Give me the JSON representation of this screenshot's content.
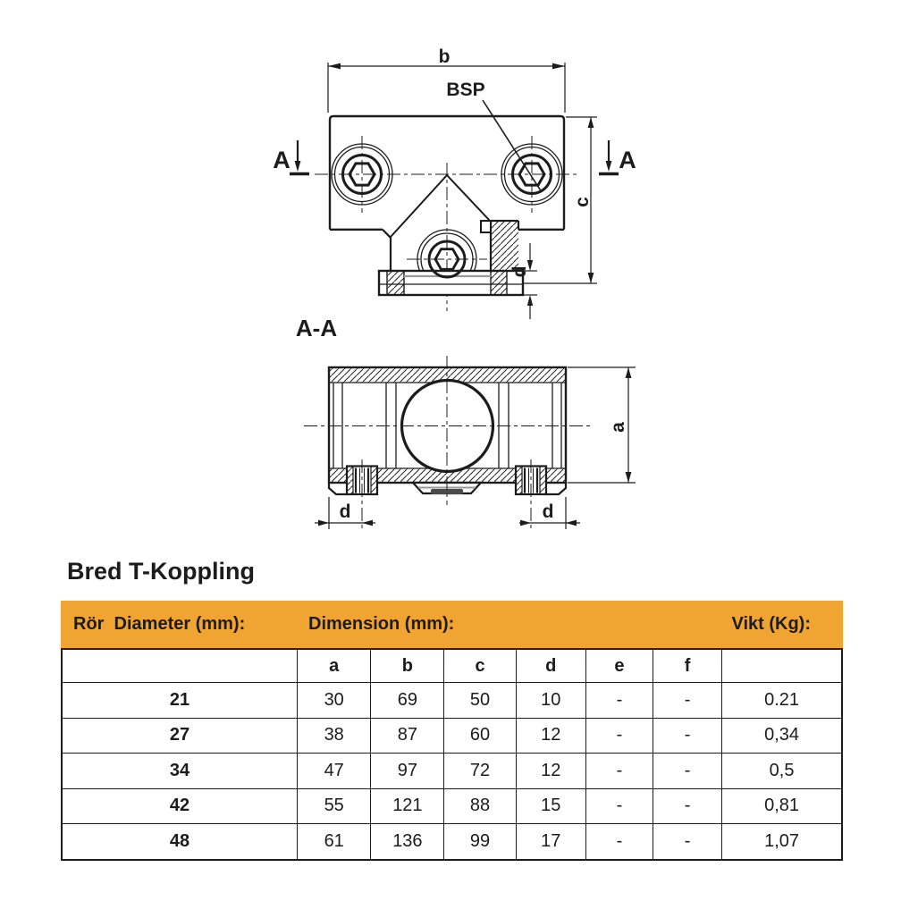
{
  "title": "Bred T-Koppling",
  "drawing": {
    "labels": {
      "dim_b": "b",
      "bsp": "BSP",
      "section_marker": "A",
      "dim_c": "c",
      "dim_d": "d",
      "dim_a": "a",
      "section_title": "A-A"
    }
  },
  "table": {
    "header": {
      "ror_diameter": "Rör  Diameter (mm):",
      "dimension": "Dimension (mm):",
      "vikt": "Vikt (Kg):"
    },
    "dim_cols": [
      "a",
      "b",
      "c",
      "d",
      "e",
      "f"
    ],
    "rows": [
      {
        "diameter": "21",
        "a": "30",
        "b": "69",
        "c": "50",
        "d": "10",
        "e": "-",
        "f": "-",
        "vikt": "0.21"
      },
      {
        "diameter": "27",
        "a": "38",
        "b": "87",
        "c": "60",
        "d": "12",
        "e": "-",
        "f": "-",
        "vikt": "0,34"
      },
      {
        "diameter": "34",
        "a": "47",
        "b": "97",
        "c": "72",
        "d": "12",
        "e": "-",
        "f": "-",
        "vikt": "0,5"
      },
      {
        "diameter": "42",
        "a": "55",
        "b": "121",
        "c": "88",
        "d": "15",
        "e": "-",
        "f": "-",
        "vikt": "0,81"
      },
      {
        "diameter": "48",
        "a": "61",
        "b": "136",
        "c": "99",
        "d": "17",
        "e": "-",
        "f": "-",
        "vikt": "1,07"
      }
    ]
  },
  "colors": {
    "header_bg": "#F0A432",
    "line": "#1c1c1c"
  }
}
